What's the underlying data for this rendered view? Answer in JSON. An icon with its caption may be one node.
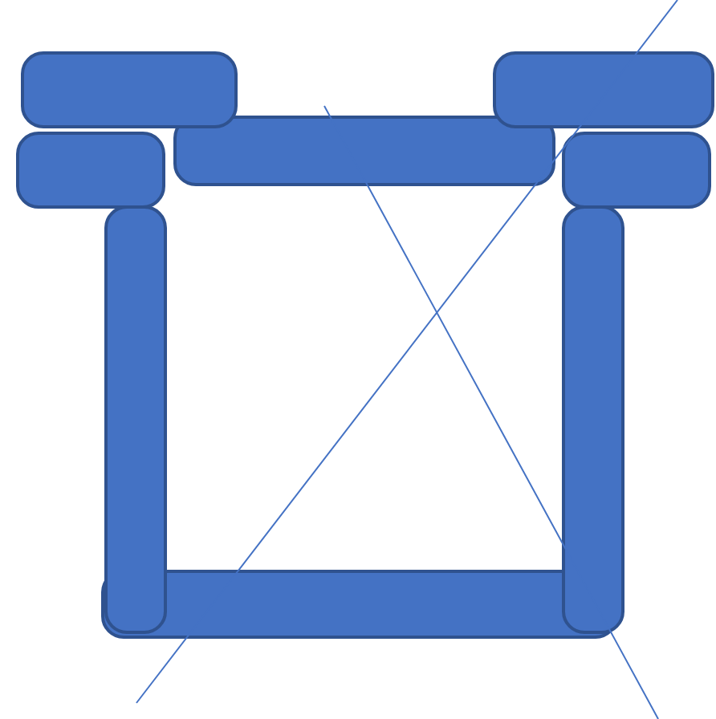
{
  "diagram": {
    "nodes": [
      {
        "text": [],
        "shape": "bar"
      },
      {
        "text": [],
        "shape": "bar"
      },
      {
        "text": [],
        "shape": "bar"
      },
      {
        "text": [],
        "shape": "bar"
      },
      {
        "text": [],
        "shape": "bar"
      },
      {
        "text": [],
        "shape": "bar"
      },
      {
        "text": [],
        "shape": "bar"
      },
      {
        "text": [],
        "shape": "bar"
      }
    ]
  }
}
